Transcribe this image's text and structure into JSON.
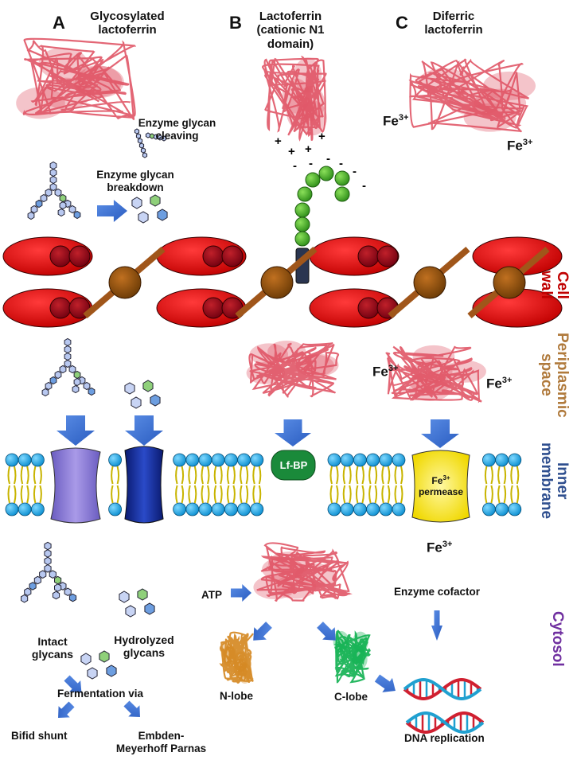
{
  "panels": [
    {
      "letter": "A",
      "title_line1": "Glycosylated",
      "title_line2": "lactoferrin"
    },
    {
      "letter": "B",
      "title_line1": "Lactoferrin",
      "title_line2": "(cationic N1",
      "title_line3": "domain)"
    },
    {
      "letter": "C",
      "title_line1": "Diferric",
      "title_line2": "lactoferrin"
    }
  ],
  "labels": {
    "enzyme_glycan_cleaving": [
      "Enzyme glycan",
      "cleaving"
    ],
    "enzyme_glycan_breakdown": [
      "Enzyme glycan",
      "breakdown"
    ],
    "fe": "Fe",
    "fe_charge": "3+",
    "lfbp": "Lf-BP",
    "permease": "permease",
    "enzyme_cofactor": "Enzyme cofactor",
    "atp": "ATP",
    "intact_glycans": [
      "Intact",
      "glycans"
    ],
    "hydrolyzed_glycans": [
      "Hydrolyzed",
      "glycans"
    ],
    "n_lobe": "N-lobe",
    "c_lobe": "C-lobe",
    "fermentation_via": "Fermentation via",
    "bifid_shunt": "Bifid shunt",
    "embden": [
      "Embden-",
      "Meyerhoff Parnas"
    ],
    "dna_replication": "DNA replication"
  },
  "charges": {
    "plus": "+",
    "minus": "-"
  },
  "compartments": {
    "cell_wall": [
      "Cell",
      "wall"
    ],
    "periplasmic_space": [
      "Periplasmic",
      "space"
    ],
    "inner_membrane": [
      "Inner",
      "membrane"
    ],
    "cytosol": "Cytosol"
  },
  "colors": {
    "cell_wall": "#c00000",
    "periplasm": "#b07a3c",
    "membrane": "#2f4f8f",
    "cytosol": "#7030a0",
    "protein": "#e05566",
    "arrow": "#3f6fcf"
  }
}
